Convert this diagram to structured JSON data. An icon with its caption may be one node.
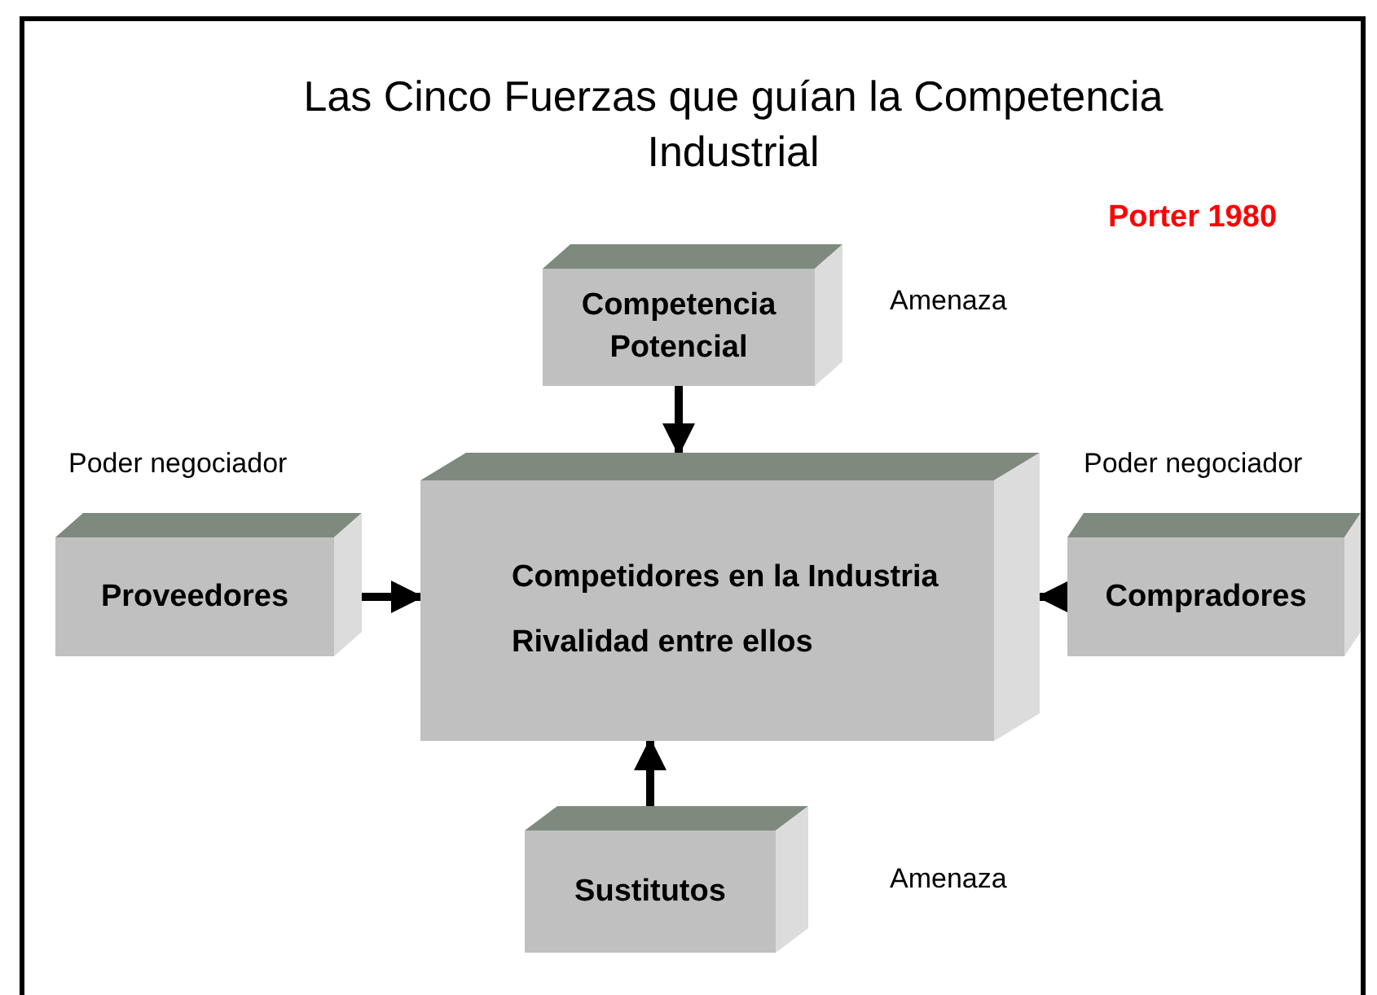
{
  "diagram": {
    "title": "Las Cinco Fuerzas que guían la Competencia Industrial",
    "nodes": [
      {
        "text": [
          "Competencia Potencial"
        ],
        "beside": [
          "Amenaza"
        ]
      },
      {
        "text": [
          "Competidores en la Industria",
          "Rivalidad entre ellos"
        ]
      },
      {
        "text": [
          "Proveedores"
        ],
        "beside": [
          "Poder negociador"
        ]
      },
      {
        "text": [
          "Compradores"
        ],
        "beside": [
          "Poder negociador"
        ]
      },
      {
        "text": [
          "Sustitutos"
        ],
        "beside": [
          "Amenaza"
        ]
      }
    ],
    "edges": [
      {
        "from": 0,
        "to": 1,
        "arrow": "to"
      },
      {
        "from": 2,
        "to": 1,
        "arrow": "to"
      },
      {
        "from": 3,
        "to": 1,
        "arrow": "to"
      },
      {
        "from": 4,
        "to": 1,
        "arrow": "to"
      }
    ],
    "labels": [
      "Porter 1980"
    ]
  }
}
